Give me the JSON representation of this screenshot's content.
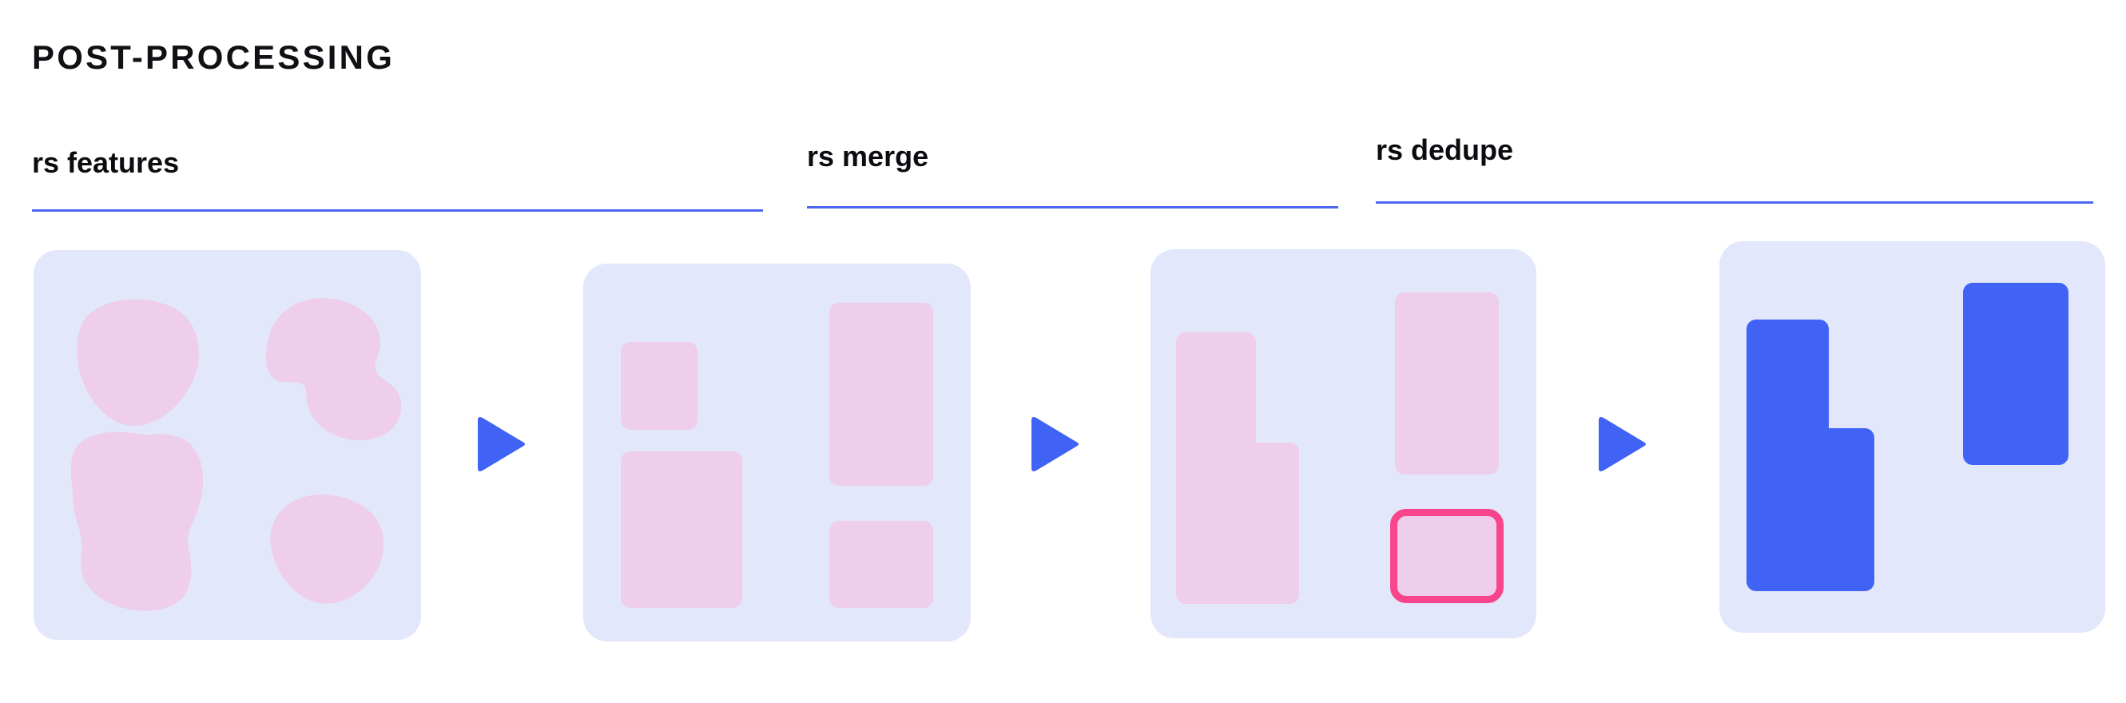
{
  "header": {
    "title": "POST-PROCESSING"
  },
  "palette": {
    "accent_blue": "#4063f6",
    "panel_bg": "#e2e7fb",
    "feature_pink": "#eeceea",
    "duplicate_outline": "#f8458b",
    "text": "#0c0c10",
    "page_bg": "#ffffff"
  },
  "stages": [
    {
      "id": "features",
      "label": "rs features",
      "panel_name": "features-panel",
      "shape_kind": "organic-blobs",
      "shape_count": 4
    },
    {
      "id": "merge",
      "label": "rs merge",
      "panel_name": "merge-panel",
      "shape_kind": "bounding-boxes",
      "shape_count": 4
    },
    {
      "id": "dedupe",
      "label": "rs dedupe",
      "panel_name": "dedupe-panel",
      "shape_kind": "merged-boxes-with-duplicate",
      "shape_count": 3
    }
  ],
  "result": {
    "panel_name": "result-panel",
    "shape_kind": "final-boxes",
    "shape_count": 2
  },
  "arrows": [
    {
      "name": "arrow-features-to-merge",
      "glyph": "play-triangle-icon"
    },
    {
      "name": "arrow-merge-to-dedupe",
      "glyph": "play-triangle-icon"
    },
    {
      "name": "arrow-dedupe-to-result",
      "glyph": "play-triangle-icon"
    }
  ],
  "chart_data": {
    "type": "diagram",
    "title": "POST-PROCESSING",
    "flow": [
      "rs features",
      "rs merge",
      "rs dedupe"
    ],
    "panels": [
      {
        "stage": "rs features",
        "description": "raw organic feature blobs",
        "items": [
          {
            "name": "blob-top-left",
            "kind": "blob"
          },
          {
            "name": "blob-top-right",
            "kind": "blob"
          },
          {
            "name": "blob-bottom-left",
            "kind": "blob"
          },
          {
            "name": "blob-bottom-right",
            "kind": "blob"
          }
        ]
      },
      {
        "stage": "rs merge",
        "description": "features converted to rectangular bounding boxes",
        "items": [
          {
            "name": "box-small-top-left",
            "kind": "rect",
            "fill": "#eeceea"
          },
          {
            "name": "box-large-bottom-left",
            "kind": "rect",
            "fill": "#eeceea"
          },
          {
            "name": "box-tall-top-right",
            "kind": "rect",
            "fill": "#eeceea"
          },
          {
            "name": "box-small-bottom-right",
            "kind": "rect",
            "fill": "#eeceea"
          }
        ]
      },
      {
        "stage": "rs dedupe",
        "description": "adjacent boxes merged into an L-shape; duplicate box flagged",
        "items": [
          {
            "name": "merged-l-shape",
            "kind": "l-shape",
            "fill": "#eeceea"
          },
          {
            "name": "box-tall-right",
            "kind": "rect",
            "fill": "#eeceea"
          },
          {
            "name": "duplicate-box",
            "kind": "rect",
            "fill": "#eeceea",
            "outline": "#f8458b",
            "flagged": true
          }
        ]
      },
      {
        "stage": "result",
        "description": "final deduplicated regions",
        "items": [
          {
            "name": "final-l-shape",
            "kind": "l-shape",
            "fill": "#4063f6"
          },
          {
            "name": "final-tall-box",
            "kind": "rect",
            "fill": "#4063f6"
          }
        ]
      }
    ]
  }
}
